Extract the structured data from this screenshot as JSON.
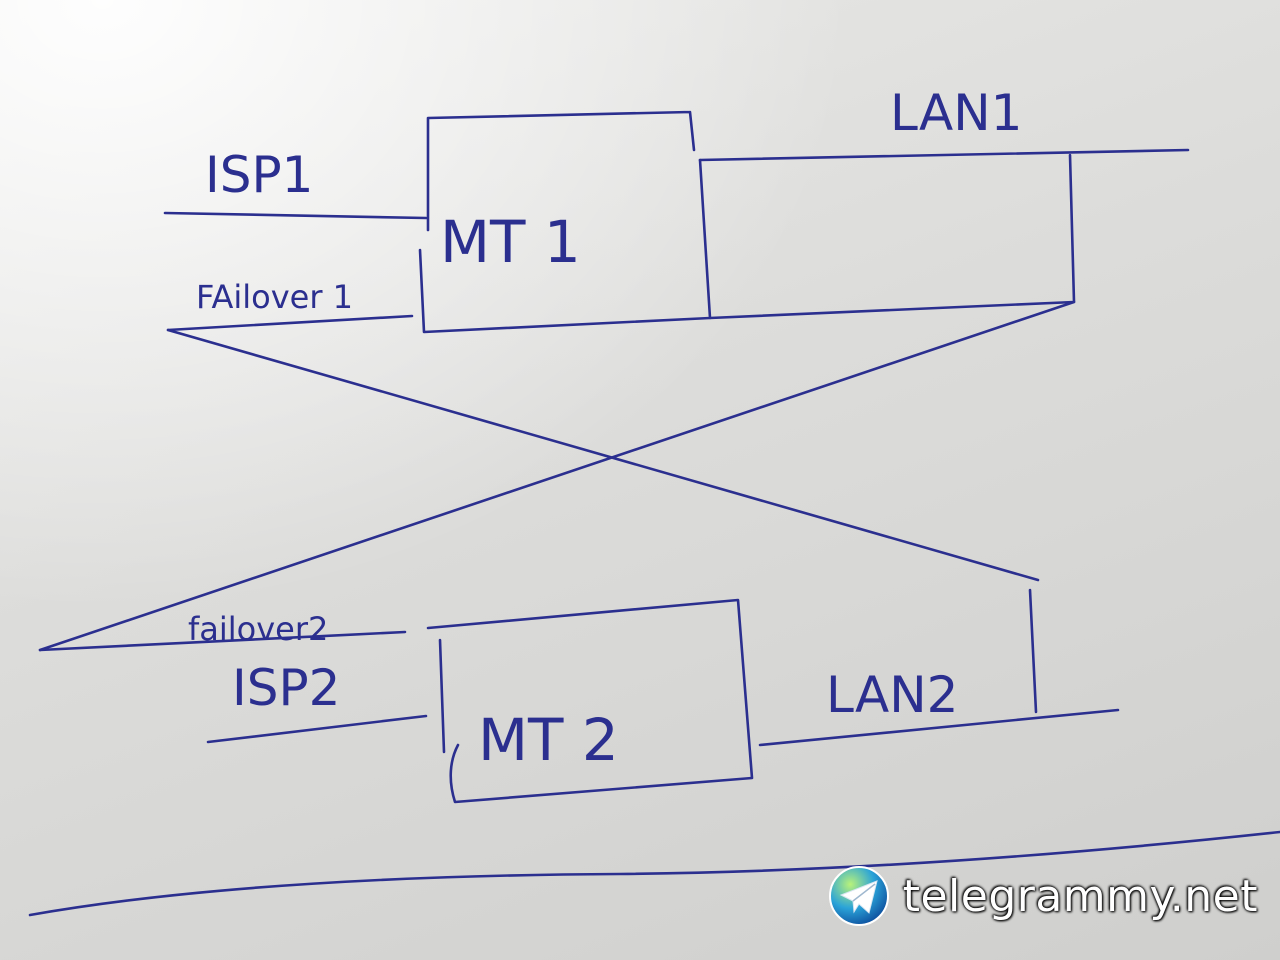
{
  "diagram": {
    "nodes": {
      "mt1": "MT 1",
      "mt2": "MT 2"
    },
    "labels": {
      "isp1": "ISP1",
      "isp2": "ISP2",
      "lan1": "LAN1",
      "lan2": "LAN2",
      "failover1": "FAilover 1",
      "failover2": "failover2"
    }
  },
  "watermark": {
    "text": "telegrammy.net",
    "icon": "globe-paper-plane-icon"
  },
  "colors": {
    "ink": "#2b2f8f",
    "paper": "#e3e3e1"
  }
}
